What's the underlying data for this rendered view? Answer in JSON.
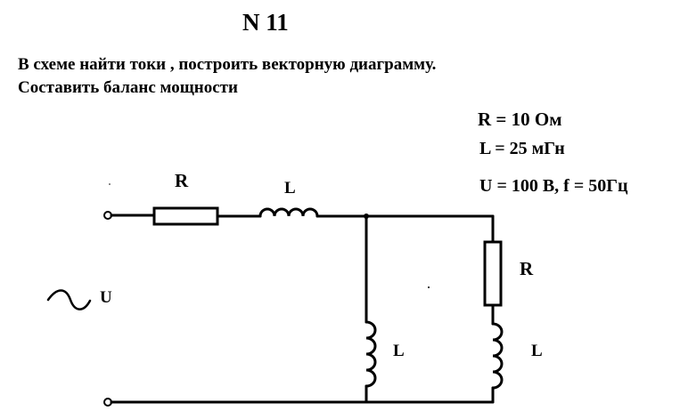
{
  "title": "N 11",
  "task": {
    "line1": "В схеме найти токи , построить векторную диаграмму.",
    "line2": "Составить баланс мощности"
  },
  "params": {
    "r": "R =  10 Ом",
    "l": "L = 25 мГн",
    "u": "U = 100 В, f = 50Гц"
  },
  "labels": {
    "r_series": "R",
    "l_series": "L",
    "r_branch": "R",
    "l_branch_left": "L",
    "l_branch_right": "L",
    "source": "U"
  }
}
